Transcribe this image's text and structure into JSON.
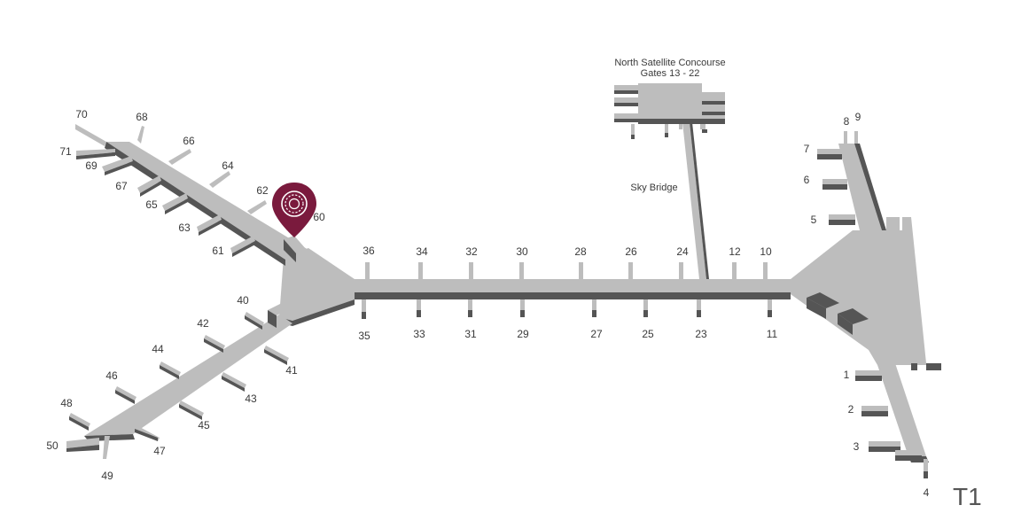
{
  "map": {
    "terminal_label": "T1",
    "concourse_title": "North Satellite Concourse",
    "concourse_gates": "Gates 13 - 22",
    "bridge_label": "Sky Bridge",
    "marker_icon": "location-pin-icon",
    "colors": {
      "floor": "#bdbdbd",
      "edge": "#555555",
      "marker": "#7a1a3d",
      "text": "#3a3a3a"
    }
  },
  "gates": {
    "g1": "1",
    "g2": "2",
    "g3": "3",
    "g4": "4",
    "g5": "5",
    "g6": "6",
    "g7": "7",
    "g8": "8",
    "g9": "9",
    "g10": "10",
    "g11": "11",
    "g12": "12",
    "g23": "23",
    "g24": "24",
    "g25": "25",
    "g26": "26",
    "g27": "27",
    "g28": "28",
    "g29": "29",
    "g30": "30",
    "g31": "31",
    "g32": "32",
    "g33": "33",
    "g34": "34",
    "g35": "35",
    "g36": "36",
    "g40": "40",
    "g41": "41",
    "g42": "42",
    "g43": "43",
    "g44": "44",
    "g45": "45",
    "g46": "46",
    "g47": "47",
    "g48": "48",
    "g49": "49",
    "g50": "50",
    "g60": "60",
    "g61": "61",
    "g62": "62",
    "g63": "63",
    "g64": "64",
    "g65": "65",
    "g66": "66",
    "g67": "67",
    "g68": "68",
    "g69": "69",
    "g70": "70",
    "g71": "71"
  }
}
